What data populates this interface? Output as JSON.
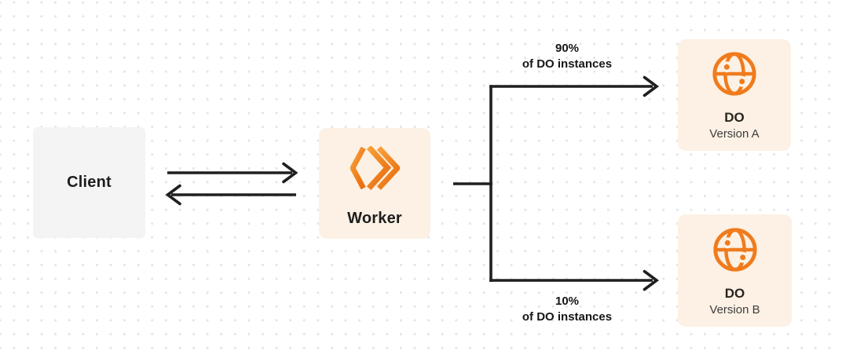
{
  "nodes": {
    "client": {
      "label": "Client"
    },
    "worker": {
      "label": "Worker",
      "icon": "workers-logo-icon"
    },
    "do_version_a": {
      "title": "DO",
      "subtitle": "Version A",
      "icon": "globe-icon"
    },
    "do_version_b": {
      "title": "DO",
      "subtitle": "Version B",
      "icon": "globe-icon"
    }
  },
  "edges": {
    "top_branch_label": {
      "line1": "90%",
      "line2": "of DO instances"
    },
    "bottom_branch_label": {
      "line1": "10%",
      "line2": "of DO instances"
    }
  },
  "colors": {
    "accent_orange": "#f07b1d",
    "logo_orange_light": "#f6a13c",
    "logo_orange_dark": "#ec6f10",
    "panel_cream": "#fcf1e4",
    "panel_gray": "#f4f4f5",
    "line_dark": "#1f1f1f",
    "dot_grid": "#e4e4e8"
  }
}
